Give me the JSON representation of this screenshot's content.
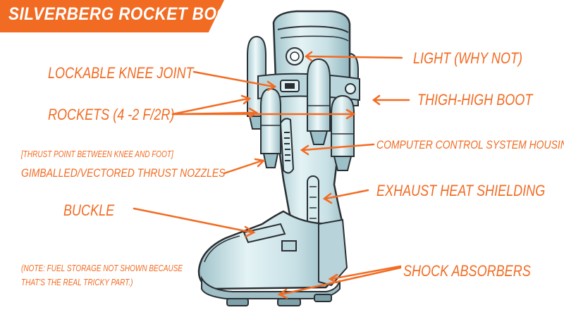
{
  "title": "SILVERBERG ROCKET BOOT",
  "labels": {
    "light": "LIGHT (WHY NOT)",
    "knee": "LOCKABLE KNEE JOINT",
    "thigh": "THIGH-HIGH BOOT",
    "rockets": "ROCKETS (4 -2 F/2R)",
    "computer": "COMPUTER CONTROL SYSTEM HOUSING",
    "thrust_note": "[THRUST POINT BETWEEN KNEE AND FOOT]",
    "gimballed": "GIMBALLED/VECTORED THRUST NOZZLES",
    "exhaust": "EXHAUST HEAT SHIELDING",
    "buckle": "BUCKLE",
    "shock": "SHOCK ABSORBERS",
    "note_line1": "(NOTE: FUEL STORAGE NOT SHOWN BECAUSE",
    "note_line2": "THAT'S THE REAL TRICKY PART.)"
  },
  "colors": {
    "accent": "#f26b22",
    "boot_fill": "#cfe6ea",
    "boot_shadow": "#8fb4bd",
    "outline": "#2a2f33",
    "background": "#ffffff"
  }
}
